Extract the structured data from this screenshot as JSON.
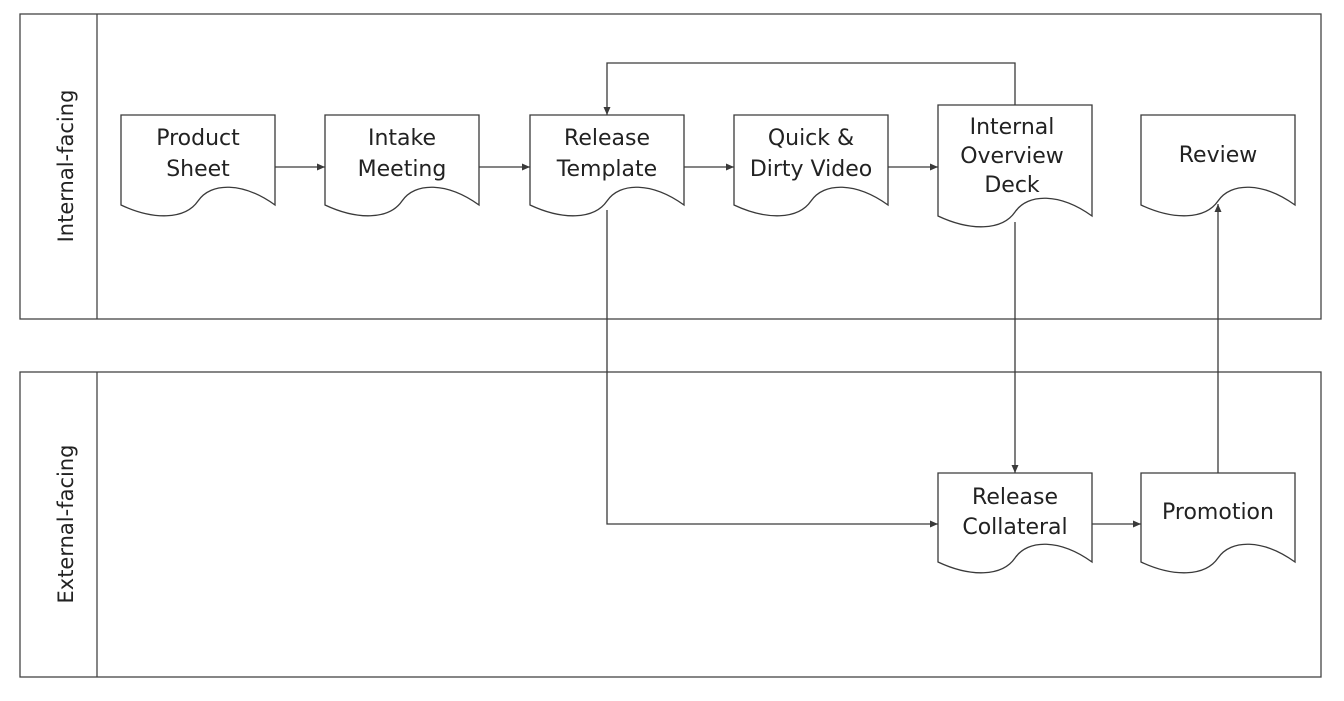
{
  "lanes": {
    "internal": {
      "label": "Internal-facing"
    },
    "external": {
      "label": "External-facing"
    }
  },
  "nodes": {
    "product_sheet": [
      "Product",
      "Sheet"
    ],
    "intake_meeting": [
      "Intake",
      "Meeting"
    ],
    "release_template": [
      "Release",
      "Template"
    ],
    "quick_dirty_video": [
      "Quick &",
      "Dirty Video"
    ],
    "internal_overview_deck": [
      "Internal",
      "Overview",
      "Deck"
    ],
    "review": [
      "Review"
    ],
    "release_collateral": [
      "Release",
      "Collateral"
    ],
    "promotion": [
      "Promotion"
    ]
  },
  "edges": [
    {
      "from": "Product Sheet",
      "to": "Intake Meeting"
    },
    {
      "from": "Intake Meeting",
      "to": "Release Template"
    },
    {
      "from": "Release Template",
      "to": "Quick & Dirty Video"
    },
    {
      "from": "Quick & Dirty Video",
      "to": "Internal Overview Deck"
    },
    {
      "from": "Internal Overview Deck",
      "to": "Release Template"
    },
    {
      "from": "Internal Overview Deck",
      "to": "Release Collateral"
    },
    {
      "from": "Release Template",
      "to": "Release Collateral"
    },
    {
      "from": "Release Collateral",
      "to": "Promotion"
    },
    {
      "from": "Promotion",
      "to": "Review"
    }
  ]
}
